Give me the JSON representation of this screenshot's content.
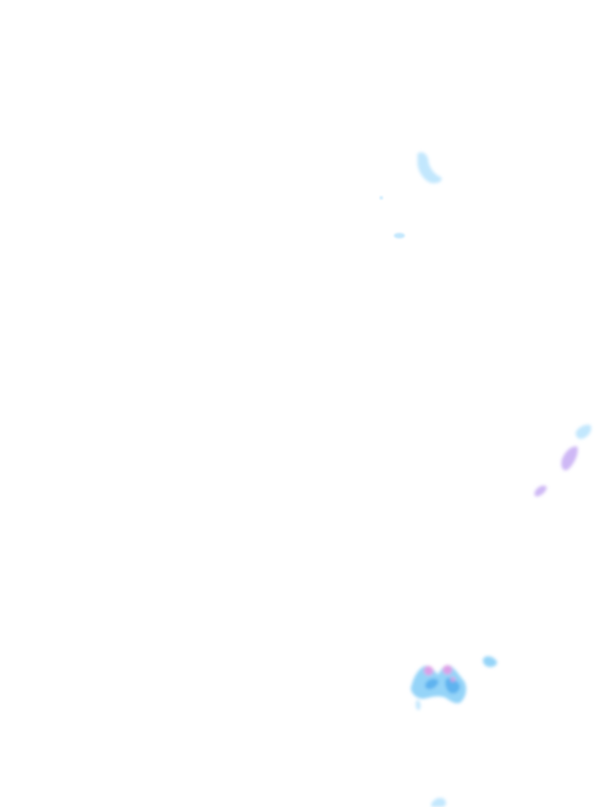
{
  "map": {
    "background": "#ffffff",
    "layer": "radar-precipitation",
    "palette": {
      "light": "#bfe6fd",
      "moderate": "#89cff7",
      "heavy": "#5ab0ee",
      "intense": "#c9b0f4",
      "extreme": "#e49be6"
    },
    "cells": [
      {
        "name": "cell-north-arc",
        "intensity": "light"
      },
      {
        "name": "cell-north-speck",
        "intensity": "light"
      },
      {
        "name": "cell-north-small",
        "intensity": "light"
      },
      {
        "name": "cell-east-upper",
        "intensity": "light"
      },
      {
        "name": "cell-east-band",
        "intensity": "intense"
      },
      {
        "name": "cell-east-small",
        "intensity": "intense"
      },
      {
        "name": "cell-south-small",
        "intensity": "moderate"
      },
      {
        "name": "cell-south-core",
        "intensity": "heavy"
      },
      {
        "name": "cell-south-edge",
        "intensity": "light"
      }
    ]
  }
}
